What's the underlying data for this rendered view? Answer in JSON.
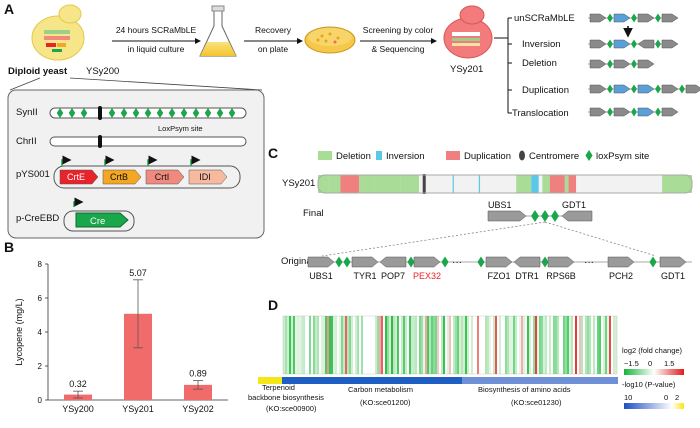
{
  "panel_a": {
    "label": "A",
    "yeast_name": "Diploid yeast",
    "yeast_strain": "YSy200",
    "step1_line1": "24 hours SCRaMbLE",
    "step1_line2": "in liquid culture",
    "step2_line1": "Recovery",
    "step2_line2": "on plate",
    "step3_line1": "Screening by color",
    "step3_line2": "& Sequencing",
    "result_strain": "YSy201",
    "synII": "SynII",
    "loxpsym_site": "LoxPsym  site",
    "chrII": "ChrII",
    "plasmid1": "pYS001",
    "genes": [
      "CrtE",
      "CrtB",
      "CrtI",
      "IDI"
    ],
    "gene_colors": [
      "#e8232a",
      "#f5a623",
      "#f08a7e",
      "#f7b9a0"
    ],
    "plasmid2": "p-CreEBD",
    "cre": "Cre",
    "variants": [
      "unSCRaMbLE",
      "Inversion",
      "Deletion",
      "Duplication",
      "Translocation"
    ]
  },
  "panel_b": {
    "label": "B"
  },
  "chart_data": {
    "type": "bar",
    "categories": [
      "YSy200",
      "YSy201",
      "YSy202"
    ],
    "values": [
      0.32,
      5.07,
      0.89
    ],
    "value_labels": [
      "0.32",
      "5.07",
      "0.89"
    ],
    "error": [
      0.2,
      2.0,
      0.25
    ],
    "ylabel": "Lycopene (mg/L)",
    "ylim": [
      0,
      8
    ],
    "yticks": [
      "0",
      "2",
      "4",
      "6",
      "8"
    ],
    "color": "#f26b6b"
  },
  "panel_c": {
    "label": "C",
    "legend": [
      "Deletion",
      "Inversion",
      "Duplication",
      "Centromere",
      "loxPsym site"
    ],
    "colors": {
      "deletion": "#a8dc97",
      "inversion": "#5bc8e8",
      "duplication": "#f08080",
      "centromere": "#444444",
      "loxp": "#1aa64a"
    },
    "strain": "YSy201",
    "final": "Final",
    "original": "Original",
    "final_genes": [
      "UBS1",
      "GDT1"
    ],
    "original_genes": [
      "UBS1",
      "TYR1",
      "POP7",
      "PEX32",
      "FZO1",
      "DTR1",
      "RPS6B",
      "PCH2",
      "GDT1"
    ],
    "highlight_gene_color": "#e8232a",
    "dots": "···"
  },
  "panel_d": {
    "label": "D",
    "legend_title1": "log2 (fold change)",
    "legend_fc_min": "−1.5",
    "legend_fc_zero": "0",
    "legend_fc_max": "1.5",
    "legend_title2": "-log10 (P-value)",
    "legend_p_max": "10",
    "legend_p_zero": "0",
    "legend_p_two": "2",
    "categories": [
      {
        "line1": "Terpenoid",
        "line2": "backbone biosynthesis",
        "line3": "(KO:sce00900)"
      },
      {
        "line1": "Carbon metabolism",
        "line2": "(KO:sce01200)"
      },
      {
        "line1": "Biosynthesis of amino acids",
        "line2": "(KO:sce01230)"
      }
    ],
    "category_colors": [
      "#f5e617",
      "#1f5fc4",
      "#6f8fd6"
    ]
  }
}
